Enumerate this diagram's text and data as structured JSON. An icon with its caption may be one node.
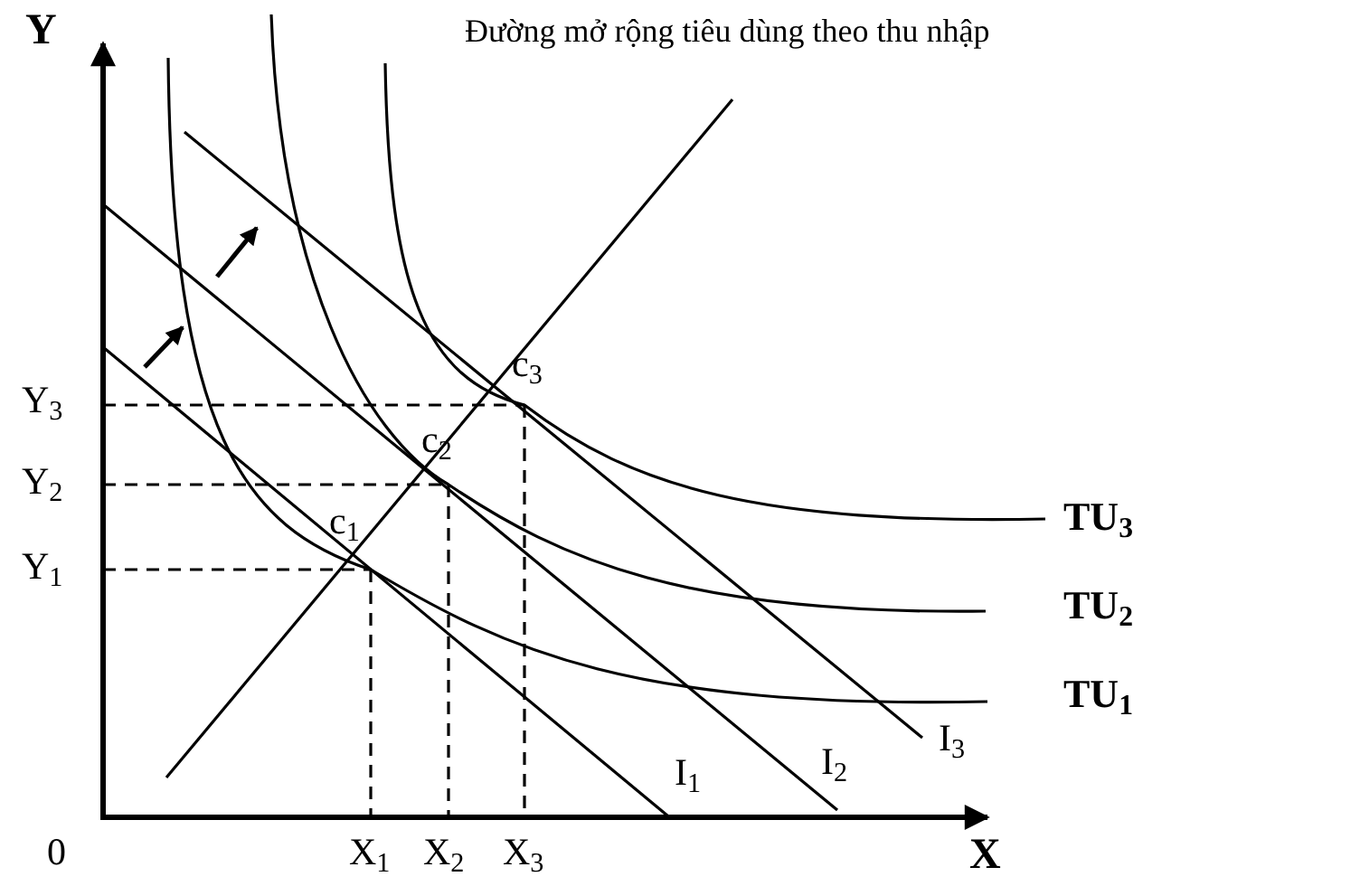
{
  "diagram": {
    "labels": [
      "Y",
      "Đường mở rộng tiêu dùng theo thu nhập",
      "c$_{3}$",
      "Y$_{3}$",
      "c$_{2}$",
      "Y$_{2}$",
      "TU$_{3}$",
      "c$_{1}$",
      "Y$_{1}$",
      "TU$_{2}$",
      "TU$_{1}$",
      "I$_{3}$",
      "I$_{2}$",
      "I$_{1}$",
      "0",
      "X$_{1}$",
      "X$_{2}$",
      "X$_{3}$",
      "X"
    ]
  }
}
